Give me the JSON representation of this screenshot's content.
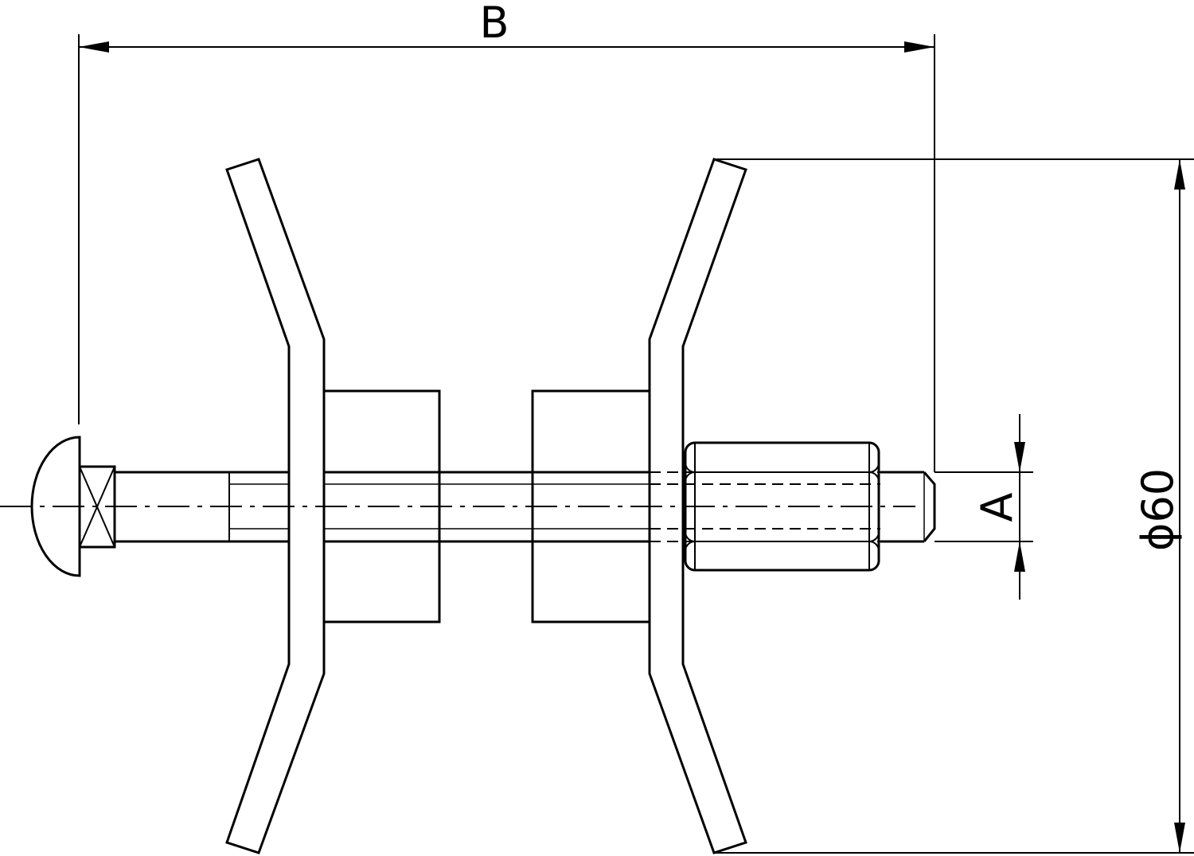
{
  "dimensions": {
    "overall_length_label": "B",
    "thread_diameter_label": "A",
    "wing_span_label": "ϕ60"
  },
  "colors": {
    "line": "#000000",
    "background": "#ffffff"
  }
}
